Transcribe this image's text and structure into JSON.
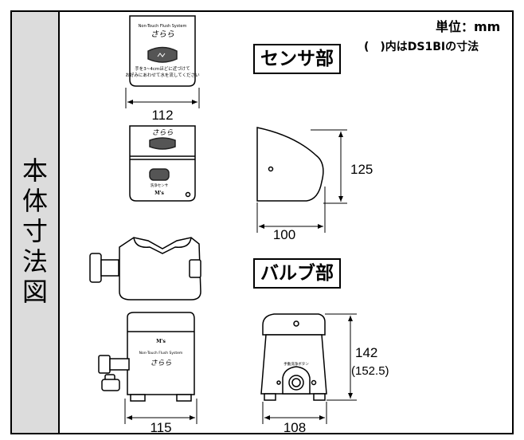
{
  "side_title": [
    "本",
    "体",
    "寸",
    "法",
    "図"
  ],
  "unit_label": "単位：mm",
  "note_label": "(　)内はDS1BIの寸法",
  "sensor_section_label": "センサ部",
  "valve_section_label": "バルブ部",
  "dims": {
    "sensor_cover_width": "112",
    "sensor_height": "125",
    "sensor_depth": "100",
    "valve_front_width": "115",
    "valve_side_width": "108",
    "valve_height": "142",
    "valve_height_alt": "(152.5)"
  },
  "device_text": {
    "brand_logo": "さらら",
    "brand_small": "Non-Touch Flush System",
    "cover_caption_1": "手を3~4cmほどに近づけて",
    "cover_caption_2": "お好みにあわせて水を流してください",
    "sensor_window_label": "洗浄センサ",
    "maker_mark": "M's",
    "valve_button_label": "手動洗浄ボタン"
  }
}
